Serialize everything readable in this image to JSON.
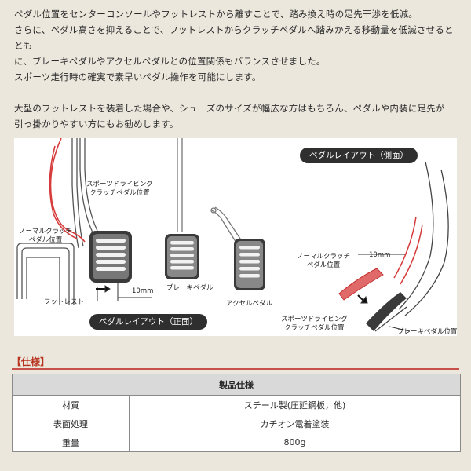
{
  "intro": {
    "lines": [
      "ペダル位置をセンターコンソールやフットレストから離すことで、踏み換え時の足先干渉を低減。",
      "さらに、ペダル高さを抑えることで、フットレストからクラッチペダルへ踏みかえる移動量を低減させるととも",
      "に、ブレーキペダルやアクセルペダルとの位置関係もバランスさせました。",
      "スポーツ走行時の確実で素早いペダル操作を可能にします。"
    ],
    "para2": [
      "大型のフットレストを装着した場合や、シューズのサイズが幅広な方はもちろん、ペダルや内装に足先が",
      "引っ掛かりやすい方にもお勧めします。"
    ]
  },
  "figure": {
    "front_title": "ペダルレイアウト（正面）",
    "side_title": "ペダルレイアウト（側面）",
    "sports_clutch_front": [
      "スポーツドライビング",
      "クラッチペダル位置"
    ],
    "normal_clutch_front": [
      "ノーマルクラッチ",
      "ペダル位置"
    ],
    "footrest": "フットレスト",
    "dim_front": "10mm",
    "brake_front": "ブレーキペダル",
    "accel_front": "アクセルペダル",
    "normal_clutch_side": [
      "ノーマルクラッチ",
      "ペダル位置"
    ],
    "dim_side": "10mm",
    "sports_clutch_side": [
      "スポーツドライビング",
      "クラッチペダル位置"
    ],
    "brake_side": "ブレーキペダル位置"
  },
  "spec": {
    "heading": "【仕様】",
    "table_title": "製品仕様",
    "rows": [
      {
        "label": "材質",
        "value": "スチール製(圧延鋼板，他)"
      },
      {
        "label": "表面処理",
        "value": "カチオン電着塗装"
      },
      {
        "label": "重量",
        "value": "800g"
      }
    ]
  },
  "colors": {
    "accent": "#d63a3a",
    "heading": "#b8321e",
    "dark": "#2f2f2f"
  }
}
